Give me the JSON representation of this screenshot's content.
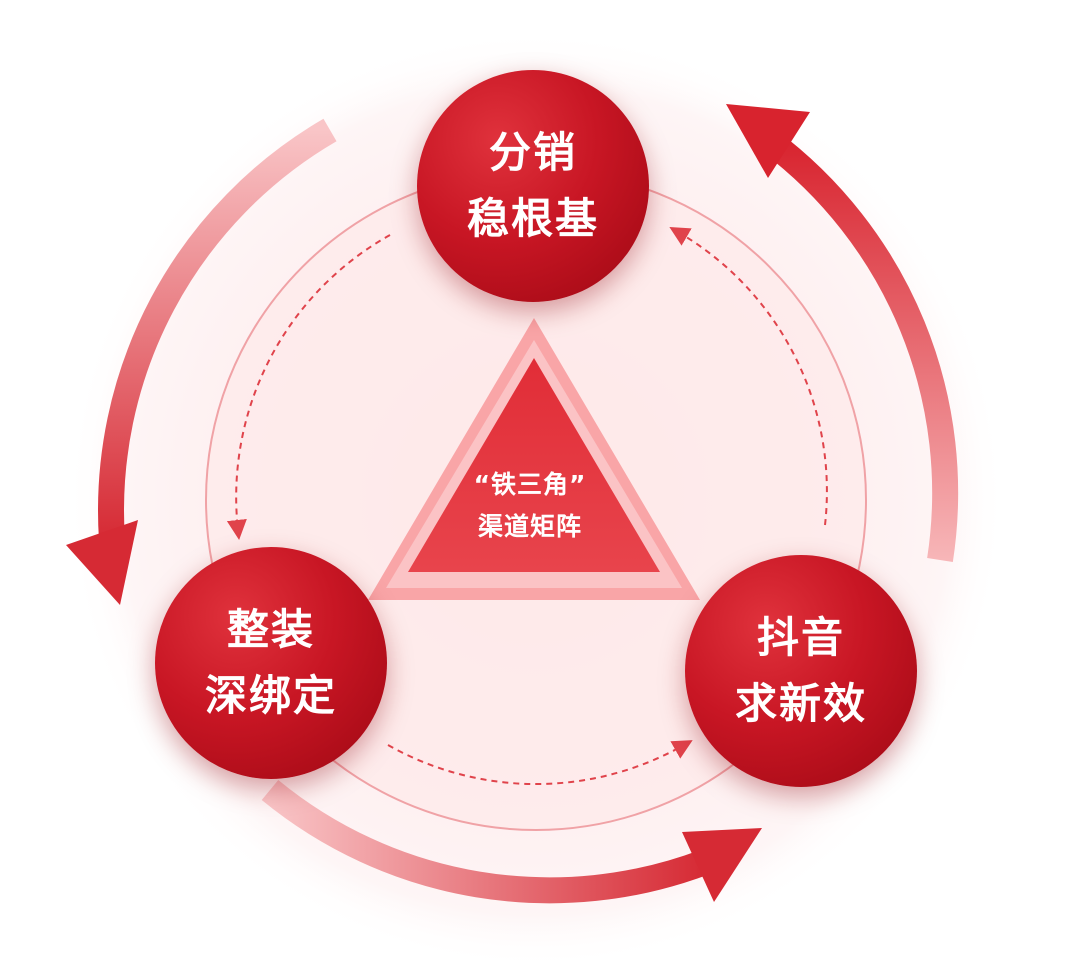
{
  "center": {
    "line1": "“铁三角”",
    "line2": "渠道矩阵"
  },
  "nodes": [
    {
      "line1": "分销",
      "line2": "稳根基"
    },
    {
      "line1": "整装",
      "line2": "深绑定"
    },
    {
      "line1": "抖音",
      "line2": "求新效"
    }
  ],
  "colors": {
    "primary_red": "#c81624",
    "dark_red": "#9d0712",
    "light_pink": "#fdeaea",
    "triangle_outer": "#f9a5a7",
    "triangle_inner": "#e53a42"
  }
}
